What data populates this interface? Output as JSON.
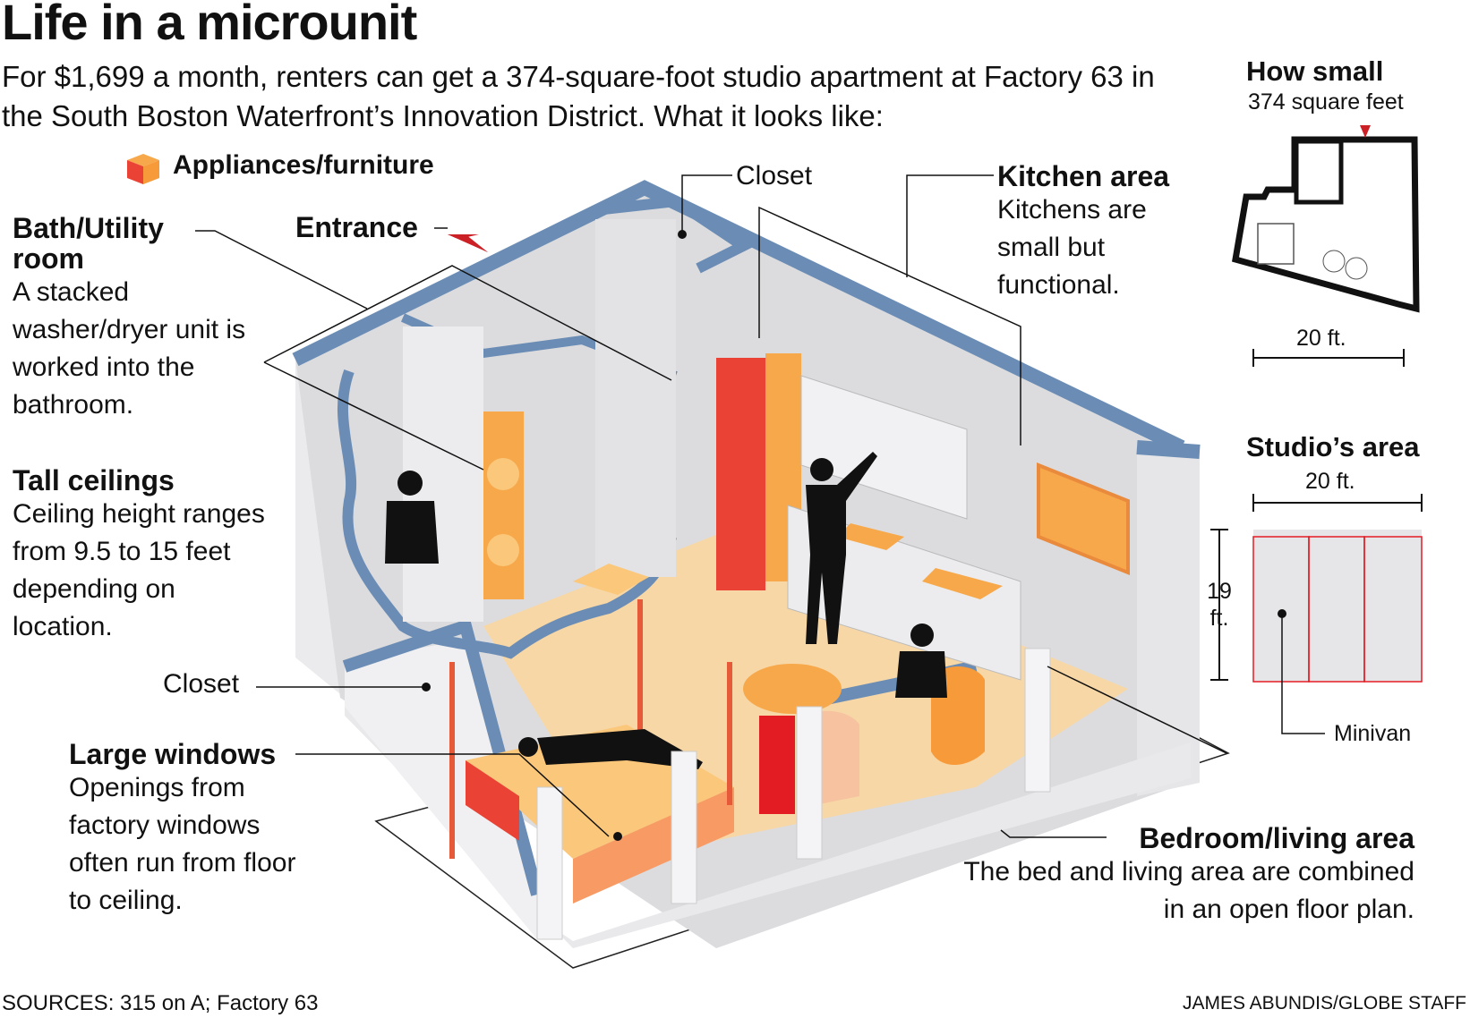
{
  "title": "Life in a microunit",
  "subtitle": "For $1,699 a month, renters can get a 374-square-foot studio apartment at Factory 63 in the South Boston Waterfront’s Innovation District. What it looks like:",
  "legend": {
    "label": "Appliances/furniture",
    "icon": "orange-cube-icon"
  },
  "labels": {
    "closet_top": "Closet",
    "closet_left": "Closet",
    "entrance": "Entrance",
    "minivan": "Minivan"
  },
  "callouts": {
    "bath": {
      "heading": "Bath/Utility room",
      "text": "A stacked washer/dryer unit is worked into the bathroom."
    },
    "ceilings": {
      "heading": "Tall ceilings",
      "text": "Ceiling height ranges from 9.5 to 15 feet depending on location."
    },
    "windows": {
      "heading": "Large windows",
      "text": "Openings from factory windows often run from floor to ceiling."
    },
    "kitchen": {
      "heading": "Kitchen area",
      "text": "Kitchens are small but functional."
    },
    "bedroom": {
      "heading": "Bedroom/living area",
      "text": "The bed and living area are combined in an open floor plan."
    }
  },
  "how_small": {
    "heading": "How small",
    "subheading": "374 square feet",
    "width_label": "20 ft."
  },
  "studio_area": {
    "heading": "Studio’s area",
    "width_label": "20 ft.",
    "height_label": "19 ft."
  },
  "footer": {
    "sources": "SOURCES: 315 on A; Factory 63",
    "credit": "JAMES ABUNDIS/GLOBE STAFF"
  },
  "colors": {
    "wall_blue": "#6b8db5",
    "floor": "#f7d7a6",
    "wall_light": "#e8e8ea",
    "orange": "#f7a84a",
    "red": "#ea4335",
    "minivan_red": "#e31b23"
  }
}
